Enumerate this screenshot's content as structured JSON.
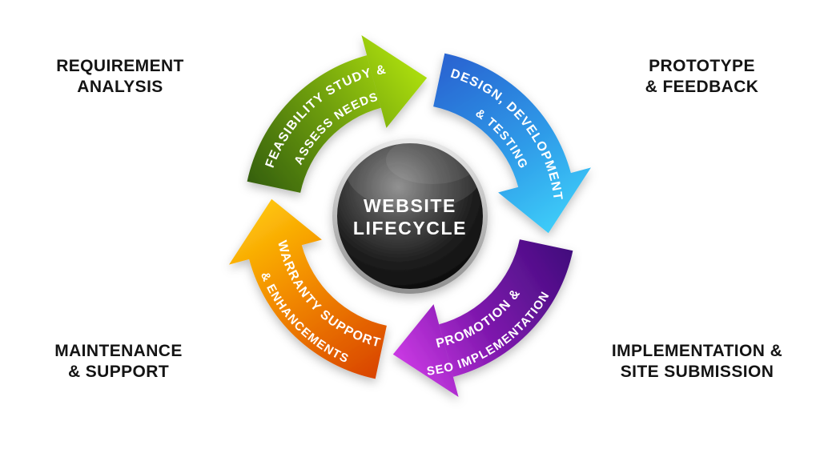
{
  "center": {
    "line1": "WEBSITE",
    "line2": "LIFECYCLE"
  },
  "corner_labels": {
    "top_left": {
      "line1": "REQUIREMENT",
      "line2": "ANALYSIS"
    },
    "top_right": {
      "line1": "PROTOTYPE",
      "line2": "& FEEDBACK"
    },
    "bottom_left": {
      "line1": "MAINTENANCE",
      "line2": "& SUPPORT"
    },
    "bottom_right": {
      "line1": "IMPLEMENTATION &",
      "line2": "SITE SUBMISSION"
    }
  },
  "segments": [
    {
      "name": "feasibility-study",
      "line1": "FEASIBILITY STUDY &",
      "line2": "ASSESS NEEDS",
      "color_start": "#35600c",
      "color_mid": "#71a10a",
      "color_end": "#a9db0b"
    },
    {
      "name": "design-development",
      "line1": "DESIGN, DEVELOPMENT",
      "line2": "& TESTING",
      "color_start": "#2a66d2",
      "color_mid": "#2e9ae8",
      "color_end": "#3ecdf9"
    },
    {
      "name": "promotion-seo",
      "line1": "PROMOTION &",
      "line2": "SEO IMPLEMENTATION",
      "color_start": "#400d7c",
      "color_mid": "#7d17ac",
      "color_end": "#cb3ae4"
    },
    {
      "name": "warranty-support",
      "line1": "WARRANTY SUPPORT",
      "line2": "& ENHANCEMENTS",
      "color_start": "#d94400",
      "color_mid": "#f28b00",
      "color_end": "#ffc80a"
    }
  ],
  "colors": {
    "background": "#ffffff",
    "label_text": "#141414",
    "arc_text": "#ffffff"
  }
}
